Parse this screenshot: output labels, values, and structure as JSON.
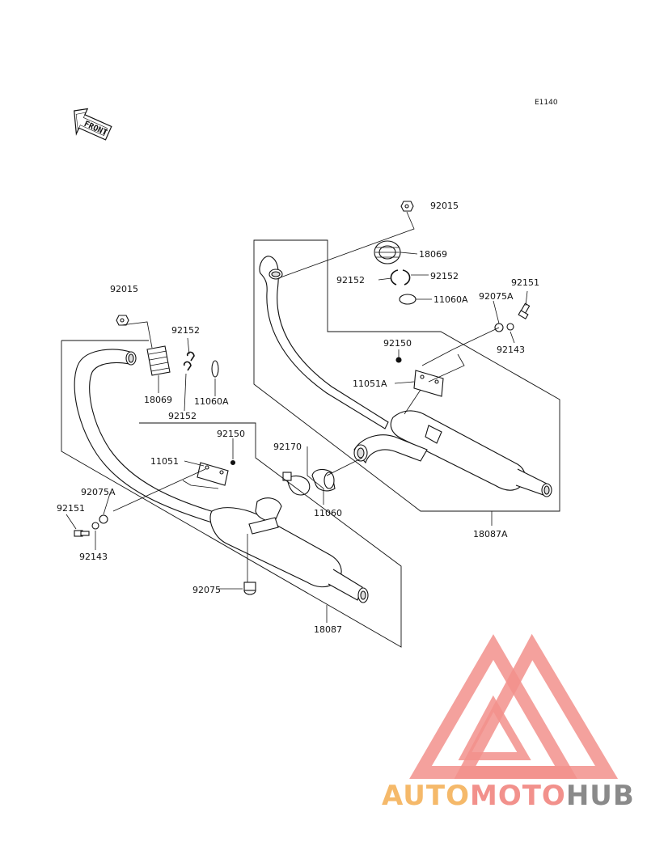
{
  "diagram_code": "E1140",
  "front_label": "FRONT",
  "colors": {
    "line": "#111111",
    "part_fill": "#ffffff",
    "part_shade": "#d9d9d9",
    "logo_red": "#f2918c",
    "logo_orange": "#f5b96a",
    "logo_gray": "#8a8a8a"
  },
  "callouts": {
    "r_92015": "92015",
    "r_18069": "18069",
    "r_92152_right": "92152",
    "r_92152_left": "92152",
    "r_11060A": "11060A",
    "r_92151": "92151",
    "r_92075A": "92075A",
    "r_92143": "92143",
    "r_92150": "92150",
    "r_11051A": "11051A",
    "r_92170": "92170",
    "r_11060": "11060",
    "r_18087A": "18087A",
    "l_92015": "92015",
    "l_92152_top": "92152",
    "l_18069": "18069",
    "l_11060A": "11060A",
    "l_92152_bottom": "92152",
    "l_92150": "92150",
    "l_11051": "11051",
    "l_92075A": "92075A",
    "l_92151": "92151",
    "l_92143": "92143",
    "l_92075": "92075",
    "l_18087": "18087"
  },
  "watermark": {
    "part1": "AUTO",
    "part2": "MOTO",
    "part3": "HUB"
  }
}
